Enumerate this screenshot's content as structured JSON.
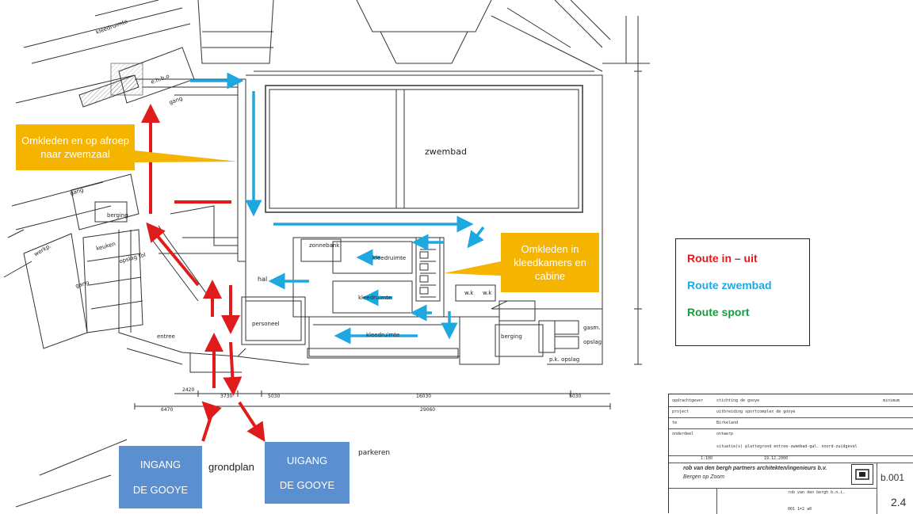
{
  "rooms": {
    "zwembad": "zwembad",
    "ehbo": "e.h.b.o",
    "gang_top": "gang",
    "gang_left": "gang",
    "gang_bottom_left": "gang",
    "berging_left": "berging",
    "keuken": "keuken",
    "opslag_tol": "opslag tol",
    "hal": "hal",
    "entree": "entree",
    "zonnebank": "zonnebank",
    "kleedruimte_1": "kleedruimte",
    "kleedruimte_2": "kleedruimte",
    "kleedruimte_3": "kleedruimte",
    "personeel": "personeel",
    "wk_1": "w.k",
    "wk_2": "w.k",
    "berging_right": "berging",
    "gasm": "gasm.",
    "opslag": "opslag",
    "pk_opslag": "p.k. opslag",
    "kleedruimte_top": "kleedruimte",
    "werkp": "werkp."
  },
  "dimensions": {
    "d2420": "2420",
    "d3730": "3730",
    "d5030": "5030",
    "d16030": "16030",
    "d5030b": "5030",
    "d29060": "29060",
    "d6470": "6470"
  },
  "callouts": {
    "left": "Omkleden en op afroep naar zwemzaal",
    "right": "Omkleden in kleedkamers en cabine"
  },
  "doors": {
    "ingang_line1": "INGANG",
    "ingang_line2": "DE GOOYE",
    "uitgang_line1": "UIGANG",
    "uitgang_line2": "DE GOOYE"
  },
  "plan_labels": {
    "grondplan": "grondplan",
    "parkeren": "parkeren"
  },
  "legend": {
    "route_in_uit": "Route in – uit",
    "route_zwembad": "Route zwembad",
    "route_sport": "Route sport",
    "colors": {
      "in_uit": "#e01b1b",
      "zwembad": "#1ea8e0",
      "sport": "#1a9a40"
    }
  },
  "titleblock": {
    "opdrachtgever": "opdrachtgever",
    "stichting": "stichting de gooye",
    "project": "project",
    "project_val": "uitbreiding sportcomplex de gooye",
    "te": "te",
    "te_val": "Birkeland",
    "onderdeel": "onderdeel",
    "onderdeel_val": "ontwerp",
    "tekening": "situatie(s) plattegrond entree-zwembad-gal. noord-zuidgevel",
    "schaal": "1:100",
    "datum": "19.12.2000",
    "firm": "rob van den bergh partners architekten/ingenieurs b.v.",
    "city": "Bergen op Zoom",
    "nummer": "b.001",
    "blad": "2.4",
    "bottom_name": "rob van den bergh b.n.i.",
    "bottom_code": "001 1=2 a0",
    "minimum": "minimum"
  },
  "colors": {
    "red_arrow": "#e01b1b",
    "blue_arrow": "#1ea8e0",
    "callout": "#f5b400",
    "door_box": "#5b8fd0"
  }
}
